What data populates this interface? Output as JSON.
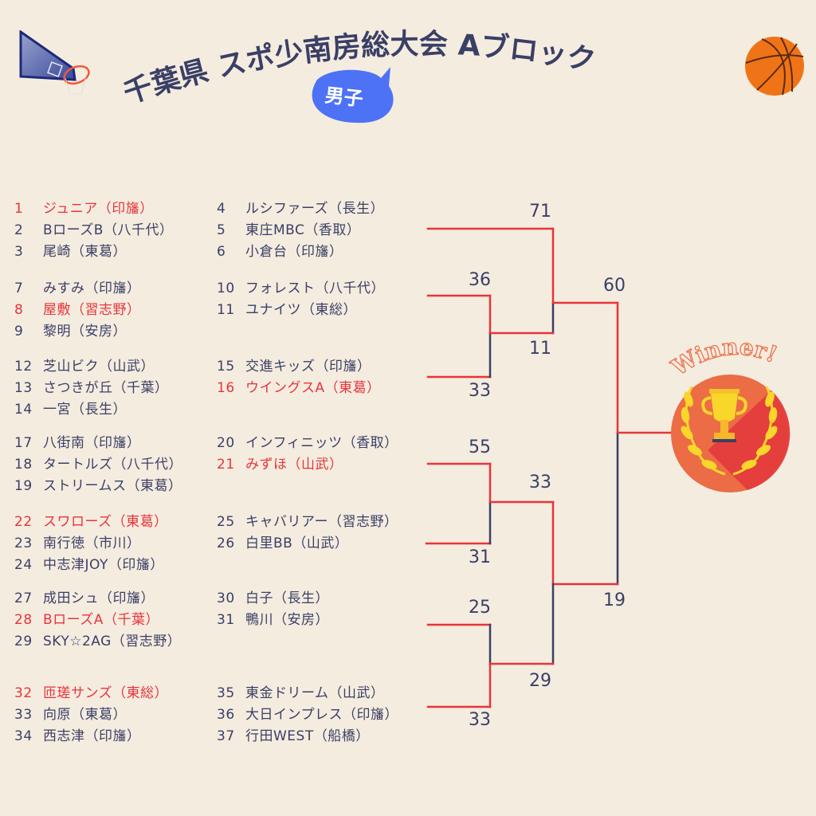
{
  "title": {
    "text": "千葉県 スポ少南房総大会 Aブロック",
    "category_badge": "男子"
  },
  "decorations": {
    "left_icon": "basketball-hoop-icon",
    "right_icon": "basketball-icon",
    "winner_label": "Winner!",
    "winner_icon": "trophy-laurel-icon"
  },
  "colors": {
    "background": "#f4ecdf",
    "text": "#3a3f66",
    "winner_red": "#e8343c",
    "badge_blue": "#4d72f5",
    "medal_orange": "#eb6c45"
  },
  "teams_left": [
    {
      "num": "1",
      "name": "ジュニア（印旛）",
      "winner": true
    },
    {
      "num": "2",
      "name": "BローズB（八千代）",
      "winner": false
    },
    {
      "num": "3",
      "name": "尾崎（東葛）",
      "winner": false
    },
    {
      "num": "7",
      "name": "みすみ（印旛）",
      "winner": false
    },
    {
      "num": "8",
      "name": "屋敷（習志野）",
      "winner": true
    },
    {
      "num": "9",
      "name": "黎明（安房）",
      "winner": false
    },
    {
      "num": "12",
      "name": "芝山ビク（山武）",
      "winner": false
    },
    {
      "num": "13",
      "name": "さつきが丘（千葉）",
      "winner": false
    },
    {
      "num": "14",
      "name": "一宮（長生）",
      "winner": false
    },
    {
      "num": "17",
      "name": "八街南（印旛）",
      "winner": false
    },
    {
      "num": "18",
      "name": "タートルズ（八千代）",
      "winner": false
    },
    {
      "num": "19",
      "name": "ストリームス（東葛）",
      "winner": false
    },
    {
      "num": "22",
      "name": "スワローズ（東葛）",
      "winner": true
    },
    {
      "num": "23",
      "name": "南行徳（市川）",
      "winner": false
    },
    {
      "num": "24",
      "name": "中志津JOY（印旛）",
      "winner": false
    },
    {
      "num": "27",
      "name": "成田シュ（印旛）",
      "winner": false
    },
    {
      "num": "28",
      "name": "BローズA（千葉）",
      "winner": true
    },
    {
      "num": "29",
      "name": "SKY☆2AG（習志野）",
      "winner": false
    },
    {
      "num": "32",
      "name": "匝瑳サンズ（東総）",
      "winner": true
    },
    {
      "num": "33",
      "name": "向原（東葛）",
      "winner": false
    },
    {
      "num": "34",
      "name": "西志津（印旛）",
      "winner": false
    }
  ],
  "teams_right": [
    {
      "num": "4",
      "name": "ルシファーズ（長生）",
      "winner": false
    },
    {
      "num": "5",
      "name": "東庄MBC（香取）",
      "winner": false
    },
    {
      "num": "6",
      "name": "小倉台（印旛）",
      "winner": false
    },
    {
      "num": "10",
      "name": "フォレスト（八千代）",
      "winner": false
    },
    {
      "num": "11",
      "name": "ユナイツ（東総）",
      "winner": false
    },
    {
      "num": "15",
      "name": "交進キッズ（印旛）",
      "winner": false
    },
    {
      "num": "16",
      "name": "ウイングスA（東葛）",
      "winner": true
    },
    {
      "num": "20",
      "name": "インフィニッツ（香取）",
      "winner": false
    },
    {
      "num": "21",
      "name": "みずほ（山武）",
      "winner": true
    },
    {
      "num": "25",
      "name": "キャバリアー（習志野）",
      "winner": false
    },
    {
      "num": "26",
      "name": "白里BB（山武）",
      "winner": false
    },
    {
      "num": "30",
      "name": "白子（長生）",
      "winner": false
    },
    {
      "num": "31",
      "name": "鴨川（安房）",
      "winner": false
    },
    {
      "num": "35",
      "name": "東金ドリーム（山武）",
      "winner": false
    },
    {
      "num": "36",
      "name": "大日インプレス（印旛）",
      "winner": false
    },
    {
      "num": "37",
      "name": "行田WEST（船橋）",
      "winner": false
    }
  ],
  "scores": {
    "r1_g1_top": "71",
    "r1_g2_top": "36",
    "r1_g3_bottom": "33",
    "r2_a_bottom": "11",
    "r1_g4_top": "55",
    "r1_g5_bottom": "31",
    "r2_b_top": "33",
    "r1_g6_top": "25",
    "r1_g7_bottom": "33",
    "r2_c_bottom": "29",
    "final_top": "60",
    "final_bottom": "19"
  }
}
